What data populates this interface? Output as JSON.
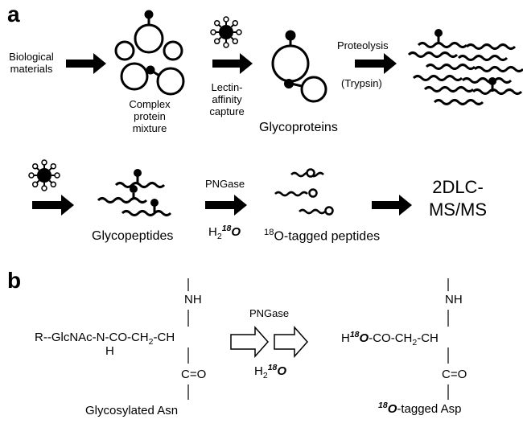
{
  "panel_a": {
    "label": "a",
    "biological_materials": [
      "Biological",
      "materials"
    ],
    "complex_protein_mixture": [
      "Complex",
      "protein",
      "mixture"
    ],
    "lectin_affinity_capture": [
      "Lectin-",
      "affinity",
      "capture"
    ],
    "glycoproteins": "Glycoproteins",
    "proteolysis": "Proteolysis",
    "trypsin": "(Trypsin)",
    "glycopeptides": "Glycopeptides",
    "pngase": "PNGase",
    "water_prefix": "H",
    "water_sub": "2",
    "water_iso": "18",
    "water_o": "O",
    "o18_sup": "18",
    "o18_tagged_peptides": "O-tagged peptides",
    "analysis": [
      "2DLC-",
      "MS/MS"
    ]
  },
  "panel_b": {
    "label": "b",
    "nh_left": "NH",
    "nh_right": "NH",
    "left_chain_main": "R--GlcNAc-N-CO-CH",
    "left_chain_sub": "2",
    "left_chain_end": "-CH",
    "left_h": "H",
    "pngase": "PNGase",
    "water_prefix": "H",
    "water_sub": "2",
    "water_iso": "18",
    "water_o": "O",
    "right_chain_h": "H",
    "right_chain_iso": "18",
    "right_chain_o": "O",
    "right_chain_main": "-CO-CH",
    "right_chain_sub": "2",
    "right_chain_end": "-CH",
    "co_left": "C=O",
    "co_right": "C=O",
    "glycosylated_asn": "Glycosylated Asn",
    "tagged_iso": "18",
    "tagged_o": "O",
    "tagged_asp": "-tagged Asp"
  }
}
